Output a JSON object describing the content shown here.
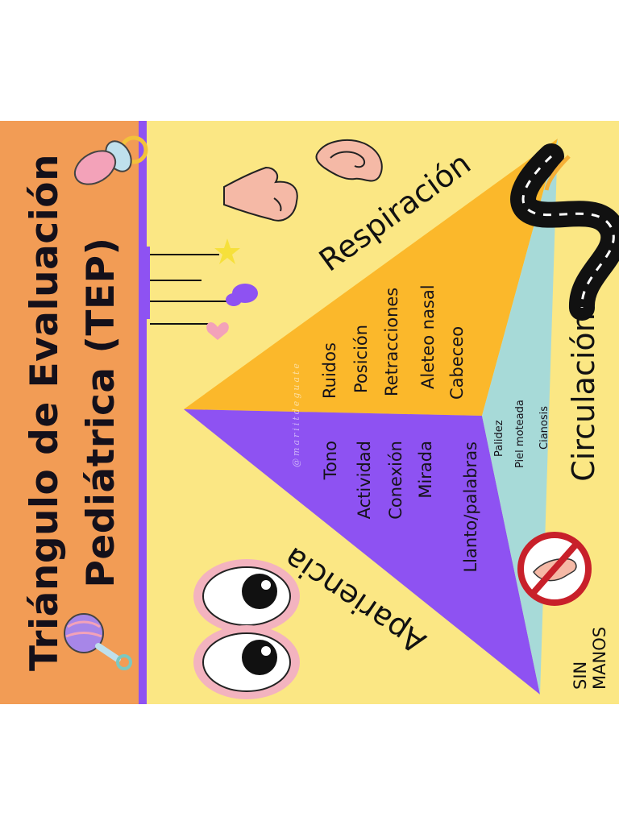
{
  "title": {
    "line1": "Triángulo de Evaluación",
    "line2": "Pediátrica (TEP)"
  },
  "sections": {
    "respiracion": {
      "label": "Respiración",
      "color": "#fbb82b",
      "items": [
        "Ruidos",
        "Posición",
        "Retracciones",
        "Aleteo nasal",
        "Cabeceo"
      ]
    },
    "apariencia": {
      "label": "Apariencia",
      "color": "#8e52f2",
      "items": [
        "Tono",
        "Actividad",
        "Conexión",
        "Mirada",
        "Llanto/palabras"
      ]
    },
    "circulacion": {
      "label": "Circulación",
      "color": "#a7dad8",
      "items": [
        "Palidez",
        "Piel moteada",
        "Cianosis"
      ]
    }
  },
  "note": {
    "sin_manos": "SIN MANOS"
  },
  "watermark": "@mariitdeguate",
  "colors": {
    "background": "#fbe784",
    "title_band": "#f29c55",
    "purple_strip": "#8e52f2"
  },
  "icons": [
    "pacifier-icon",
    "nose-icon",
    "ear-icon",
    "road-icon",
    "crib-mobile-icon",
    "rattle-icon",
    "eyes-icon",
    "no-hands-icon"
  ]
}
